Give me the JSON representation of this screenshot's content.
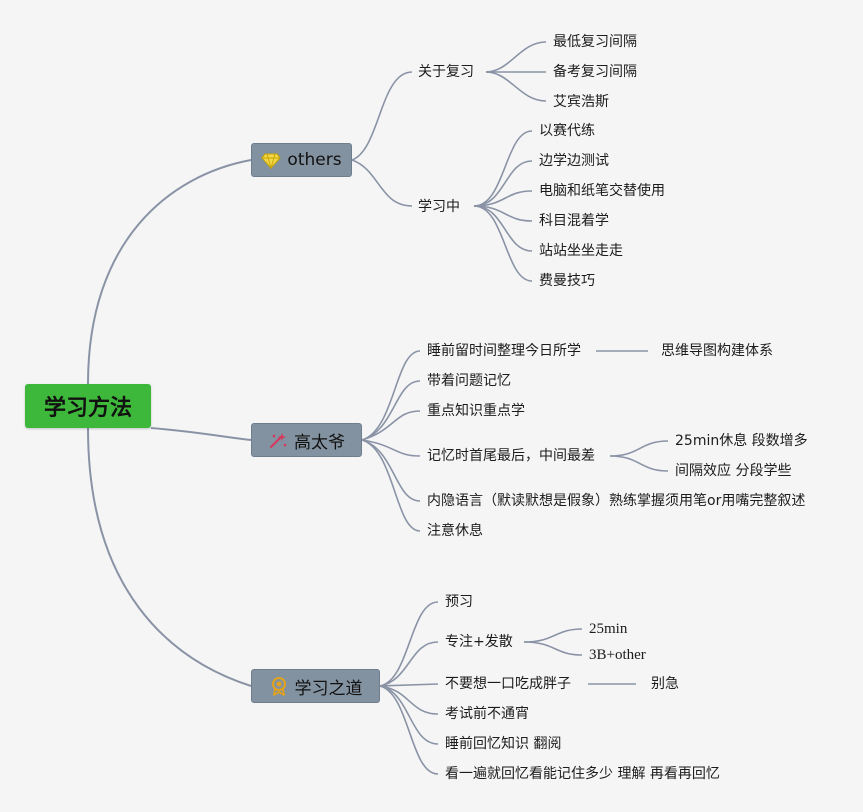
{
  "root": {
    "label": "学习方法"
  },
  "branches": {
    "others": {
      "label": "others",
      "icon": "diamond-icon",
      "children": {
        "review": {
          "label": "关于复习",
          "items": [
            "最低复习间隔",
            "备考复习间隔",
            "艾宾浩斯"
          ]
        },
        "learning": {
          "label": "学习中",
          "items": [
            "以赛代练",
            "边学边测试",
            "电脑和纸笔交替使用",
            "科目混着学",
            "站站坐坐走走",
            "费曼技巧"
          ]
        }
      }
    },
    "gaotaiye": {
      "label": "高太爷",
      "icon": "sparkle-wand-icon",
      "items": [
        {
          "label": "睡前留时间整理今日所学",
          "sub": [
            "思维导图构建体系"
          ]
        },
        {
          "label": "带着问题记忆"
        },
        {
          "label": "重点知识重点学"
        },
        {
          "label": "记忆时首尾最后，中间最差",
          "sub": [
            "25min休息 段数增多",
            "间隔效应 分段学些"
          ]
        },
        {
          "label": "内隐语言（默读默想是假象）熟练掌握须用笔or用嘴完整叙述"
        },
        {
          "label": "注意休息"
        }
      ]
    },
    "dao": {
      "label": "学习之道",
      "icon": "award-badge-icon",
      "items": [
        {
          "label": "预习"
        },
        {
          "label": "专注+发散",
          "sub": [
            "25min",
            "3B+other"
          ]
        },
        {
          "label": "不要想一口吃成胖子",
          "sub": [
            "别急"
          ]
        },
        {
          "label": "考试前不通宵"
        },
        {
          "label": "睡前回忆知识 翻阅"
        },
        {
          "label": "看一遍就回忆看能记住多少 理解 再看再回忆"
        }
      ]
    }
  },
  "colors": {
    "root_bg": "#3db83a",
    "branch_bg": "#8392a0",
    "connector": "#8a93a6",
    "background": "#f5f5f5"
  }
}
